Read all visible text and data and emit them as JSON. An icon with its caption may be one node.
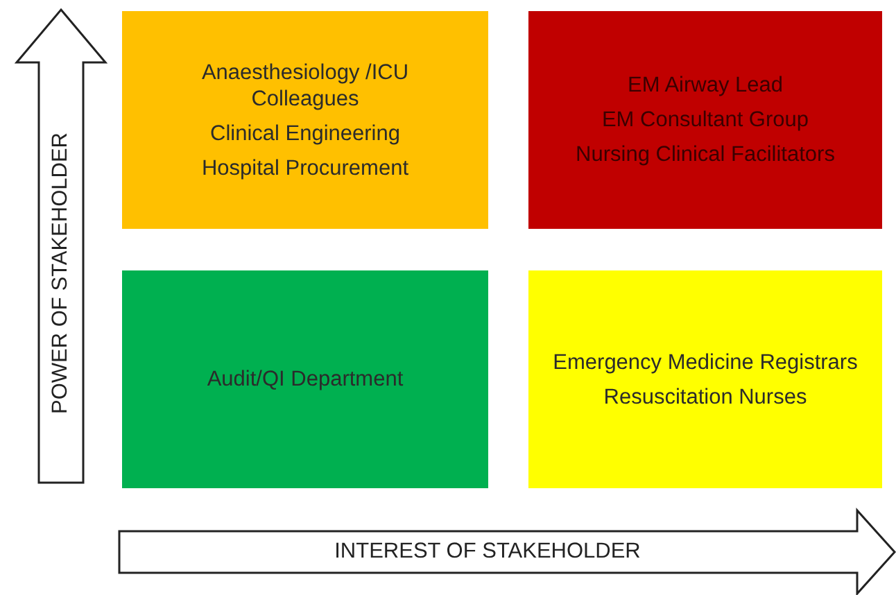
{
  "diagram": {
    "nodes": [
      {
        "text": [
          "Anaesthesiology /ICU Colleagues",
          "Clinical Engineering",
          "Hospital Procurement"
        ]
      },
      {
        "text": [
          "EM Airway Lead",
          "EM Consultant Group",
          "Nursing Clinical Facilitators"
        ]
      },
      {
        "text": [
          "Audit/QI Department"
        ]
      },
      {
        "text": [
          "Emergency Medicine Registrars",
          "Resuscitation Nurses"
        ]
      },
      {
        "text": [
          "POWER OF STAKEHOLDER"
        ]
      },
      {
        "text": [
          "INTEREST OF STAKEHOLDER"
        ]
      }
    ]
  }
}
